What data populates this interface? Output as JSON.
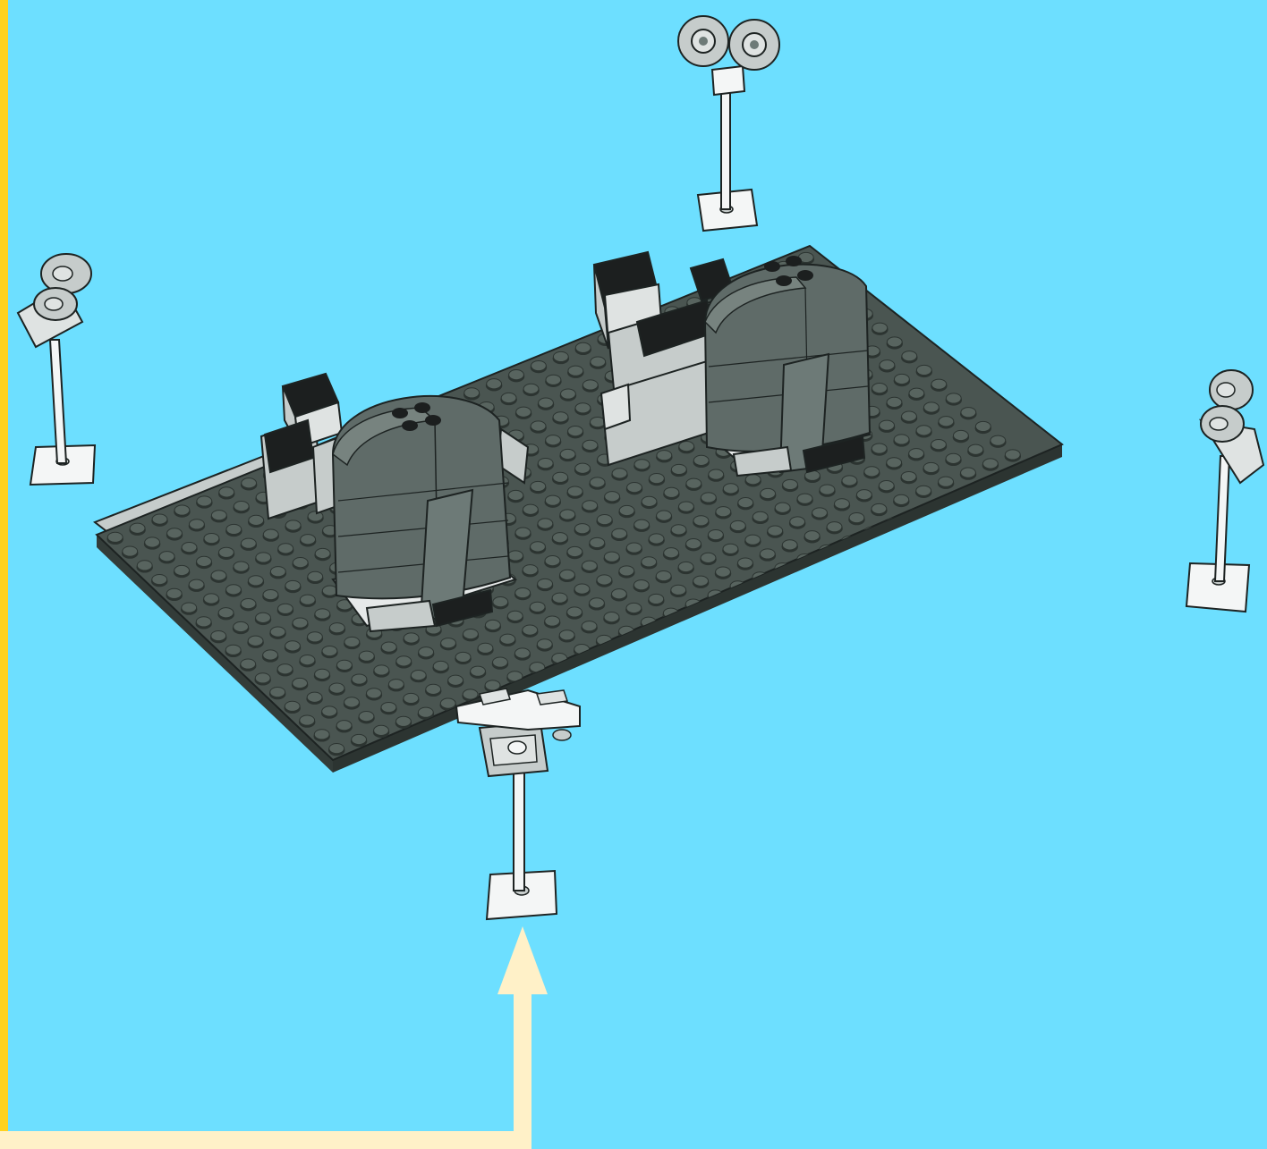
{
  "colors": {
    "background": "#6ddfff",
    "frame_edge": "#ffd21f",
    "callout_arrow": "#fff1c8",
    "baseplate": "#4a5551",
    "baseplate_edge": "#2c3431",
    "stud": "#58645f",
    "stud_top": "#6a7772",
    "dark_bluish_gray": "#6d7a77",
    "light_bluish_gray": "#c6cccb",
    "black": "#1c1f1f",
    "white": "#f4f6f6",
    "outline": "#1d2322"
  },
  "scene": {
    "kind": "building-instruction-step",
    "baseplate": {
      "studs_long": 32,
      "studs_wide": 16,
      "color": "dark bluish gray"
    },
    "tombstones": 2,
    "light_poles": 4,
    "highlighted_part": "light-pole-front"
  }
}
